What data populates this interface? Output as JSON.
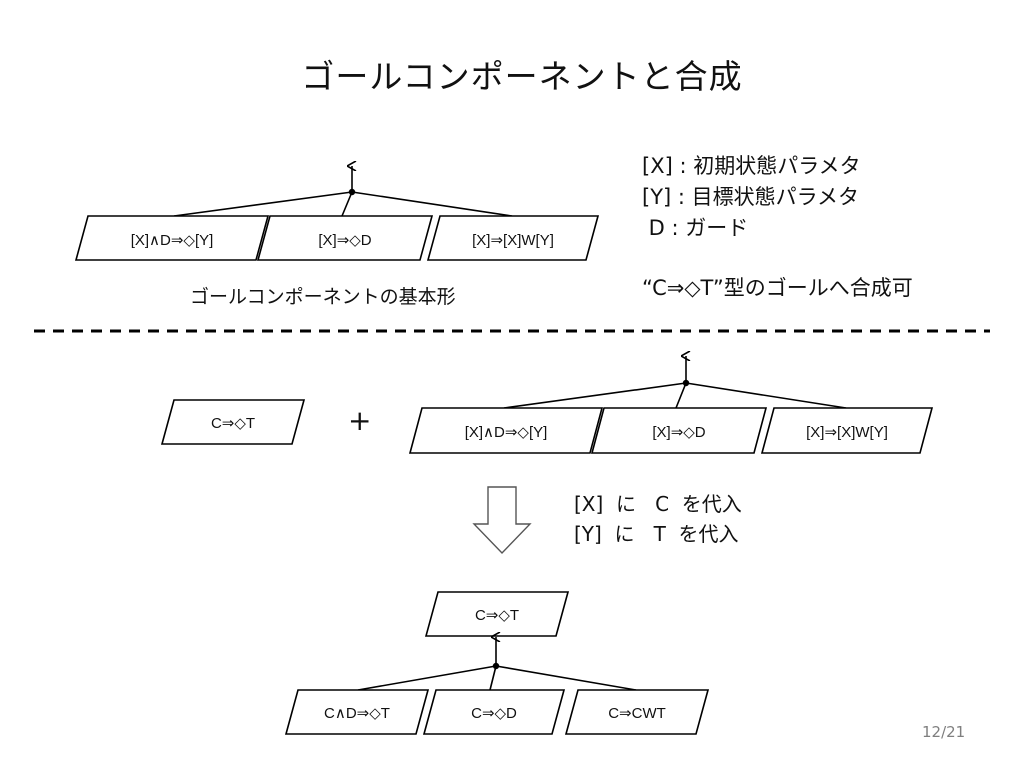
{
  "slide": {
    "title": "ゴールコンポーネントと合成",
    "page_number": "12/21"
  },
  "top_component": {
    "boxes": [
      "[X]∧D⇒◇[Y]",
      "[X]⇒◇D",
      "[X]⇒[X]W[Y]"
    ],
    "caption": "ゴールコンポーネントの基本形"
  },
  "legend": {
    "lines": [
      "[X] : 初期状態パラメタ",
      "[Y] : 目標状態パラメタ",
      " D : ガード"
    ],
    "note": "“C⇒◇T”型のゴールへ合成可"
  },
  "composition": {
    "goal_box": "C⇒◇T",
    "plus": "+",
    "boxes": [
      "[X]∧D⇒◇[Y]",
      "[X]⇒◇D",
      "[X]⇒[X]W[Y]"
    ]
  },
  "substitution": {
    "lines": [
      "[X]  に   C  を代入",
      "[Y]  に   T  を代入"
    ]
  },
  "result": {
    "root_box": "C⇒◇T",
    "boxes": [
      "C∧D⇒◇T",
      "C⇒◇D",
      "C⇒CWT"
    ]
  },
  "colors": {
    "text": "#111111",
    "line": "#000000",
    "page_number": "#7f7f7f",
    "arrow_outline": "#555555"
  }
}
